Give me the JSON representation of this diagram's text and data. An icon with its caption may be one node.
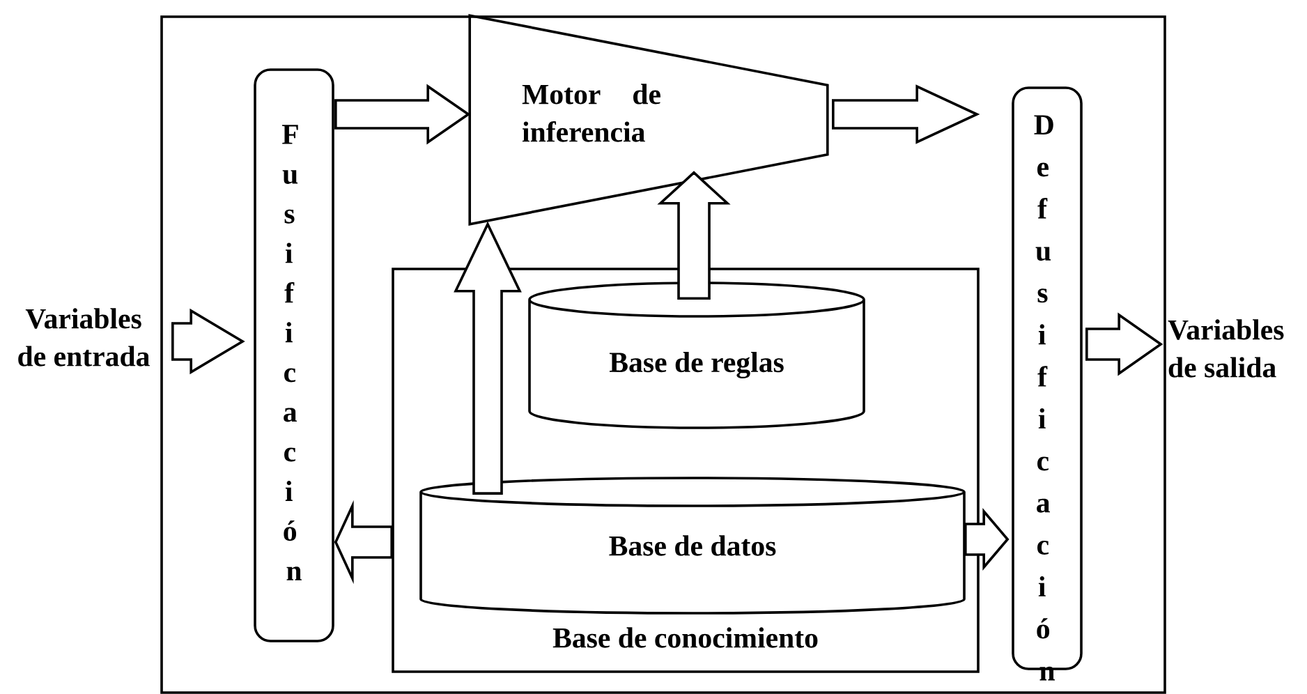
{
  "diagram": {
    "nodes": [
      {
        "text": [],
        "shape": "box"
      },
      {
        "text": [
          "Variables de entrada"
        ]
      },
      {
        "text": [
          "Fusificación"
        ],
        "in": 0
      },
      {
        "text": [
          "Motor de inferencia"
        ],
        "in": 0
      },
      {
        "text": [
          "Defusificación"
        ],
        "in": 0
      },
      {
        "text": [
          "Variables de salida"
        ]
      },
      {
        "text": [
          "Base de conocimiento"
        ],
        "in": 0
      },
      {
        "text": [
          "Base de reglas"
        ],
        "in": 6
      },
      {
        "text": [
          "Base de datos"
        ],
        "in": 6
      }
    ],
    "edges": [
      {
        "from": 1,
        "to": 2,
        "arrow": "to"
      },
      {
        "from": 2,
        "to": 3,
        "arrow": "to"
      },
      {
        "from": 3,
        "to": 4,
        "arrow": "to"
      },
      {
        "from": 4,
        "to": 5,
        "arrow": "to"
      },
      {
        "from": 7,
        "to": 3,
        "arrow": "to"
      },
      {
        "from": 8,
        "to": 3,
        "arrow": "to"
      },
      {
        "from": 8,
        "to": 2,
        "arrow": "to"
      },
      {
        "from": 8,
        "to": 4,
        "arrow": "to"
      }
    ]
  }
}
